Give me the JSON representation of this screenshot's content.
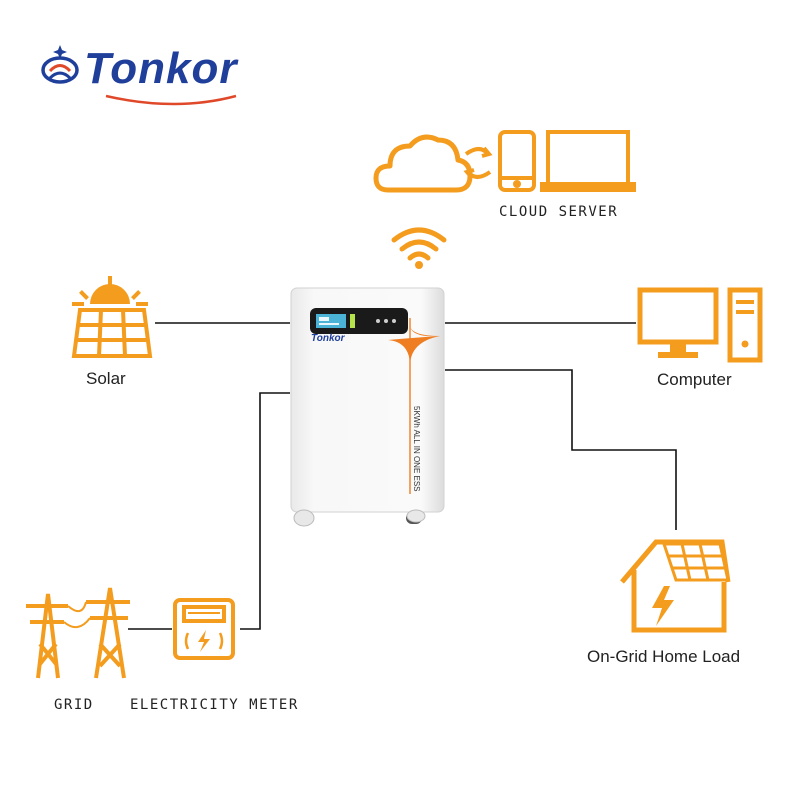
{
  "brand": {
    "name": "Tonkor",
    "colors": {
      "blue": "#1f3f9b",
      "orange": "#f08a1c",
      "red": "#e0482a"
    }
  },
  "device": {
    "brand": "Tonkor",
    "model_text": "5KWh ALL IN ONE ESS"
  },
  "nodes": {
    "cloud": {
      "label": "CLOUD SERVER",
      "icons": [
        "cloud-icon",
        "sync-arrows-icon",
        "phone-icon",
        "laptop-icon"
      ]
    },
    "wifi": {
      "icon": "wifi-icon"
    },
    "solar": {
      "label": "Solar",
      "icon": "solar-panel-icon"
    },
    "computer": {
      "label": "Computer",
      "icon": "desktop-computer-icon"
    },
    "home": {
      "label": "On-Grid Home Load",
      "icon": "solar-home-icon"
    },
    "grid": {
      "label": "GRID",
      "icon": "power-tower-icon"
    },
    "meter": {
      "label": "ELECTRICITY METER",
      "icon": "electricity-meter-icon"
    }
  },
  "style": {
    "icon_orange": "#f39c1e",
    "line_color": "#111111"
  }
}
